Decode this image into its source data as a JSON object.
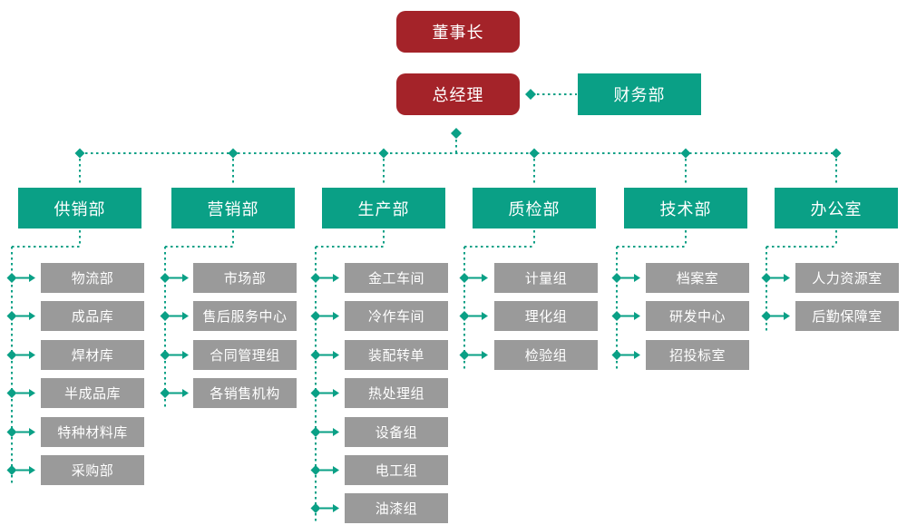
{
  "org_chart": {
    "chairman": {
      "label": "董事长"
    },
    "general_manager": {
      "label": "总经理"
    },
    "finance": {
      "label": "财务部"
    },
    "departments": [
      {
        "label": "供销部",
        "children": [
          "物流部",
          "成品库",
          "焊材库",
          "半成品库",
          "特种材料库",
          "采购部"
        ]
      },
      {
        "label": "营销部",
        "children": [
          "市场部",
          "售后服务中心",
          "合同管理组",
          "各销售机构"
        ]
      },
      {
        "label": "生产部",
        "children": [
          "金工车间",
          "冷作车间",
          "装配转单",
          "热处理组",
          "设备组",
          "电工组",
          "油漆组"
        ]
      },
      {
        "label": "质检部",
        "children": [
          "计量组",
          "理化组",
          "检验组"
        ]
      },
      {
        "label": "技术部",
        "children": [
          "档案室",
          "研发中心",
          "招投标室"
        ]
      },
      {
        "label": "办公室",
        "children": [
          "人力资源室",
          "后勤保障室"
        ]
      }
    ],
    "colors": {
      "executive_box": "#A42329",
      "department_box": "#0AA086",
      "unit_box": "#9A9A9A",
      "connector": "#0AA086",
      "text": "#FFFFFF",
      "background": "#FFFFFF"
    }
  }
}
